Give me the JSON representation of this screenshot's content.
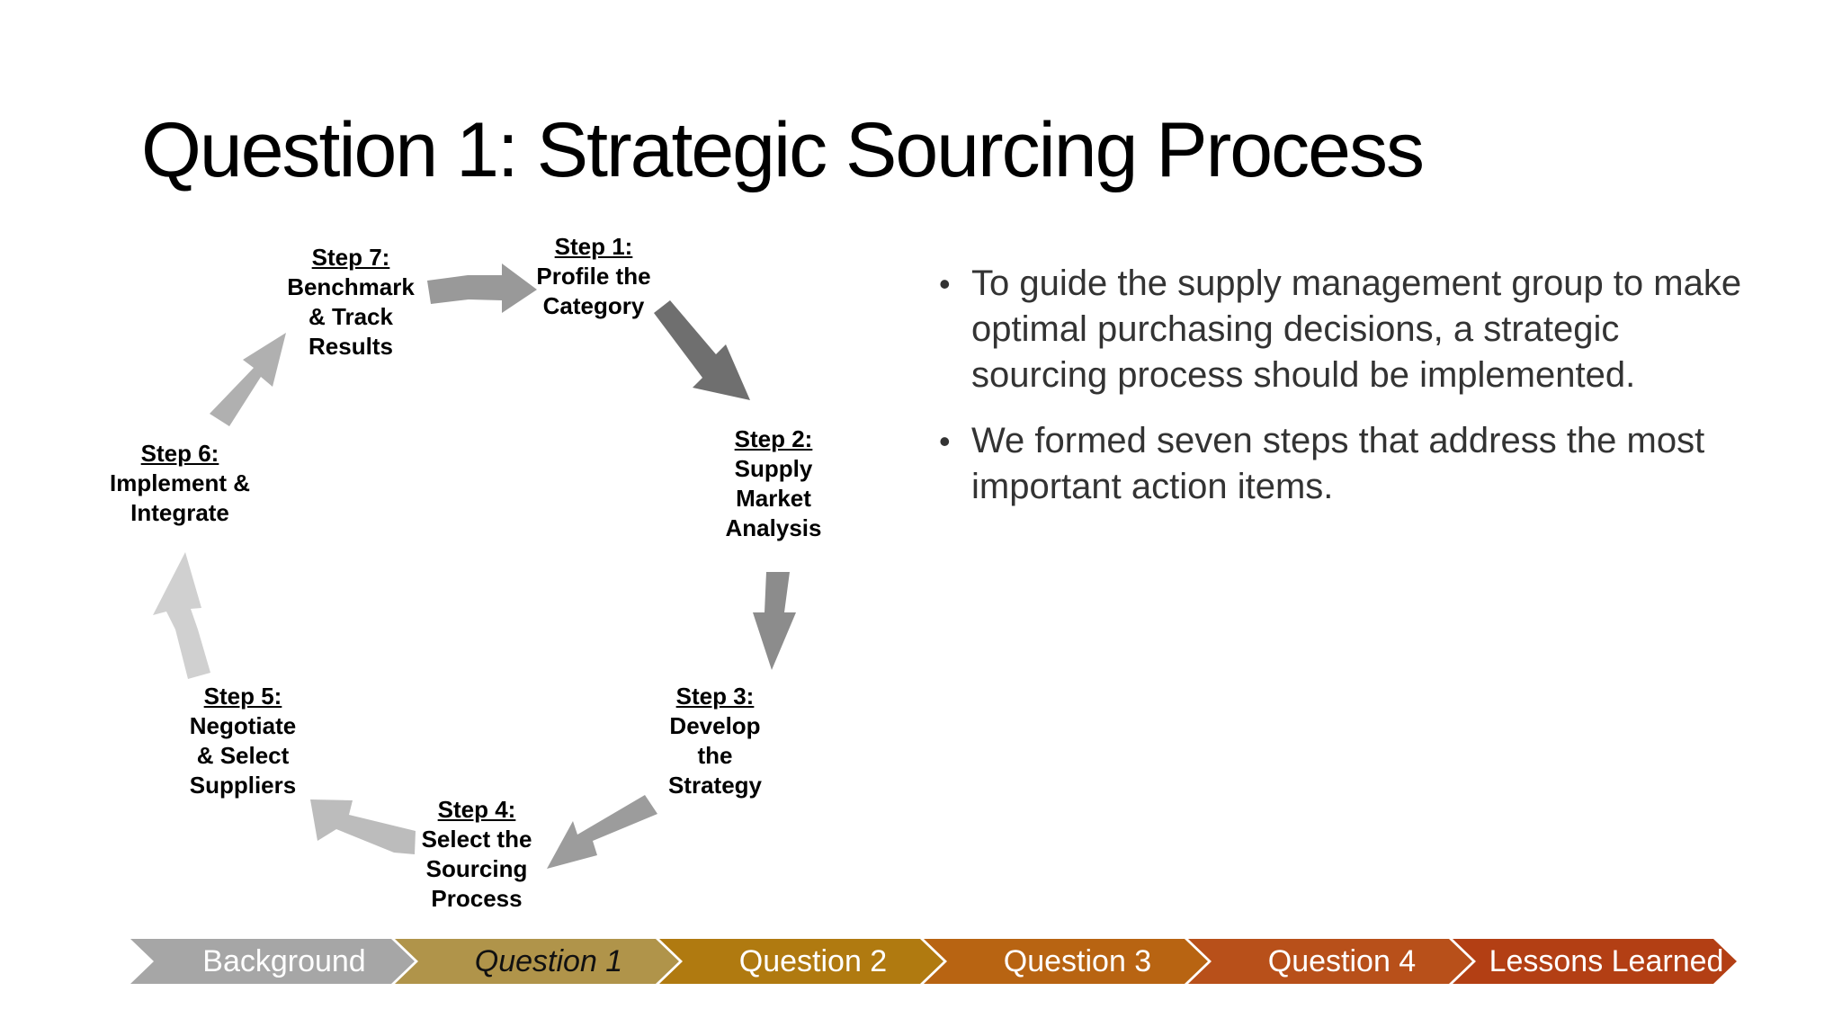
{
  "title": "Question 1: Strategic Sourcing Process",
  "steps": [
    {
      "head": "Step 1:",
      "body": "Profile the\nCategory"
    },
    {
      "head": "Step 2:",
      "body": "Supply\nMarket\nAnalysis"
    },
    {
      "head": "Step 3:",
      "body": "Develop\nthe\nStrategy"
    },
    {
      "head": "Step 4:",
      "body": "Select the\nSourcing\nProcess"
    },
    {
      "head": "Step 5:",
      "body": "Negotiate\n& Select\nSuppliers"
    },
    {
      "head": "Step 6:",
      "body": "Implement &\nIntegrate"
    },
    {
      "head": "Step 7:",
      "body": "Benchmark\n& Track\nResults"
    }
  ],
  "bullets": [
    "To guide the supply management group to make optimal purchasing decisions, a strategic sourcing process should be implemented.",
    "We formed seven steps that address the most important action items."
  ],
  "nav": {
    "items": [
      "Background",
      "Question 1",
      "Question 2",
      "Question 3",
      "Question 4",
      "Lessons Learned"
    ],
    "active": "Question 1",
    "colors": [
      "#a6a6a6",
      "#b0944a",
      "#b07a10",
      "#b86412",
      "#b8501a",
      "#b33f14"
    ]
  },
  "arrow_colors": [
    "#6f6f6f",
    "#8c8c8c",
    "#9c9c9c",
    "#bcbcbc",
    "#d0d0d0",
    "#b0b0b0",
    "#999999"
  ]
}
